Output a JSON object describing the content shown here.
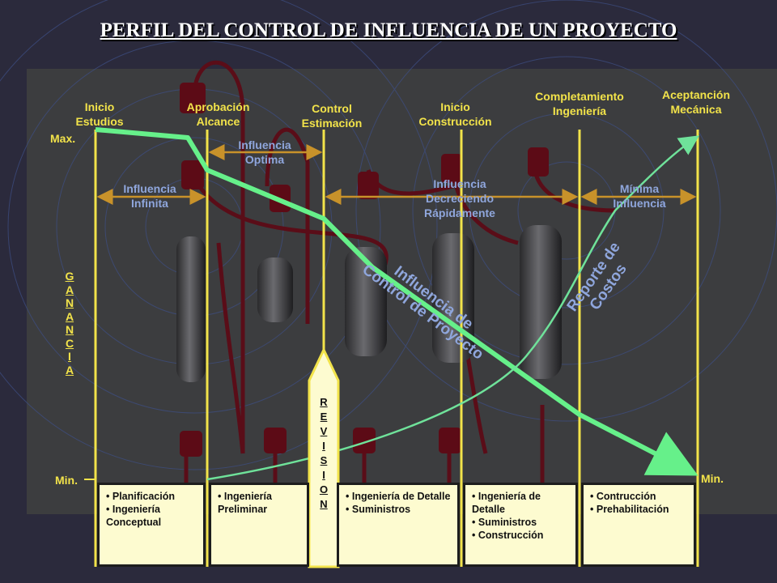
{
  "title": "PERFIL DEL CONTROL DE INFLUENCIA DE UN PROYECTO",
  "milestones": [
    {
      "label": "Inicio\nEstudios"
    },
    {
      "label": "Aprobación\nAlcance"
    },
    {
      "label": "Control\nEstimación"
    },
    {
      "label": "Inicio\nConstrucción"
    },
    {
      "label": "Completamiento\nIngeniería"
    },
    {
      "label": "Aceptanción\nMecánica"
    }
  ],
  "axis": {
    "max": "Max.",
    "min_left": "Min.",
    "min_right": "Min.",
    "ylabel": "GANANCIA"
  },
  "zones": [
    {
      "label": "Influencia\nInfinita"
    },
    {
      "label": "Influencia\nOptima"
    },
    {
      "label": "Influencia\nDecreciendo\nRápidamente"
    },
    {
      "label": "Mínima\nInfluencia"
    }
  ],
  "curves": {
    "influence_label": "Influencia de\nControl de Proyecto",
    "cost_label": "Reporte de\nCostos",
    "colors": {
      "influence": "#66f08a",
      "cost": "#6fe29a",
      "gridline": "#f2e34a",
      "zone_arrow": "#c8922a",
      "labels": "#8fa6dc"
    }
  },
  "revision": "REVISION",
  "phases": [
    {
      "items": [
        "Planificación",
        "Ingeniería Conceptual"
      ]
    },
    {
      "items": [
        "Ingeniería Preliminar"
      ]
    },
    {
      "items": [
        "Ingeniería de Detalle",
        "Suministros"
      ]
    },
    {
      "items": [
        "Ingeniería de Detalle",
        "Suministros",
        "Construcción"
      ]
    },
    {
      "items": [
        "Contrucción",
        "Prehabilitación"
      ]
    }
  ]
}
